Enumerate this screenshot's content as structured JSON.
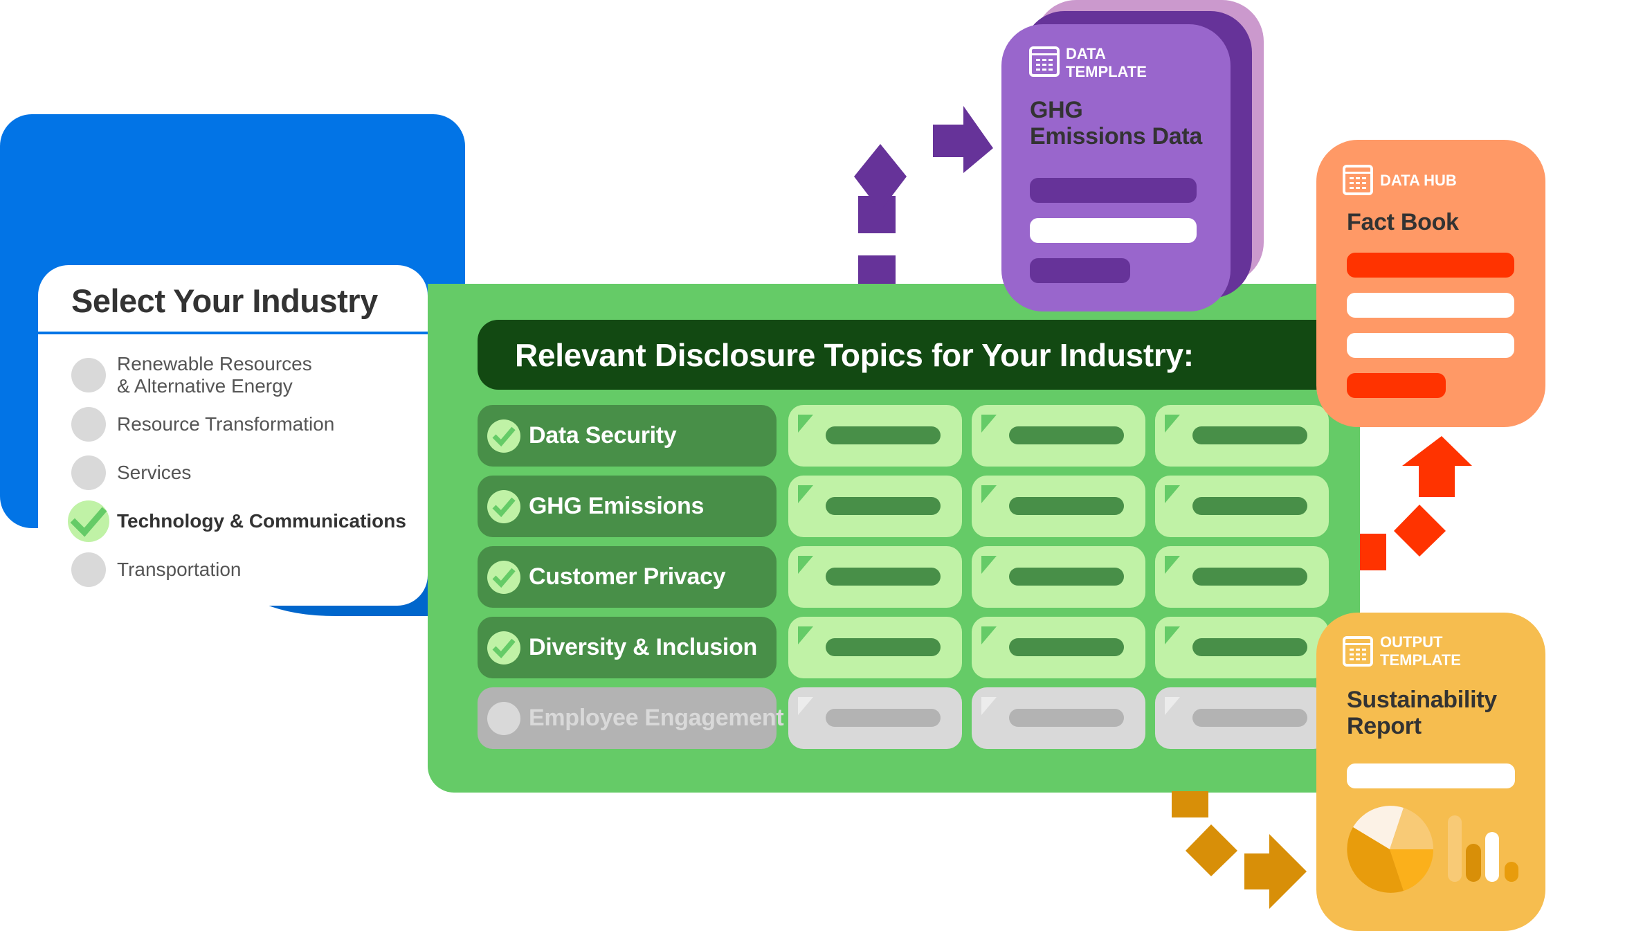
{
  "industry_selector": {
    "title": "Select Your Industry",
    "options": [
      {
        "label": "Renewable Resources\n& Alternative Energy",
        "selected": false
      },
      {
        "label": "Resource Transformation",
        "selected": false
      },
      {
        "label": "Services",
        "selected": false
      },
      {
        "label": "Technology & Communications",
        "selected": true
      },
      {
        "label": "Transportation",
        "selected": false
      }
    ]
  },
  "disclosure_panel": {
    "header": "Relevant Disclosure Topics for Your Industry:",
    "topics": [
      {
        "label": "Data Security",
        "checked": true
      },
      {
        "label": "GHG Emissions",
        "checked": true
      },
      {
        "label": "Customer Privacy",
        "checked": true
      },
      {
        "label": "Diversity & Inclusion",
        "checked": true
      },
      {
        "label": "Employee Engagement",
        "checked": false
      }
    ],
    "cells_per_row": 3
  },
  "cards": {
    "data_template": {
      "tag": "DATA\nTEMPLATE",
      "title": "GHG\nEmissions Data",
      "icon": "table-icon",
      "color": "#9966cc"
    },
    "data_hub": {
      "tag": "DATA HUB",
      "title": "Fact Book",
      "icon": "table-icon",
      "color": "#ff9966"
    },
    "output_template": {
      "tag": "OUTPUT\nTEMPLATE",
      "title": "Sustainability\nReport",
      "icon": "table-icon",
      "color": "#f6bd4f"
    }
  },
  "colors": {
    "blue": "#0274e6",
    "green_panel": "#65cb67",
    "green_dark": "#124912",
    "green_mid": "#488f48",
    "green_light": "#c0f2a6",
    "purple": "#663399",
    "orange_red": "#ff3300",
    "amber": "#d88f08"
  }
}
